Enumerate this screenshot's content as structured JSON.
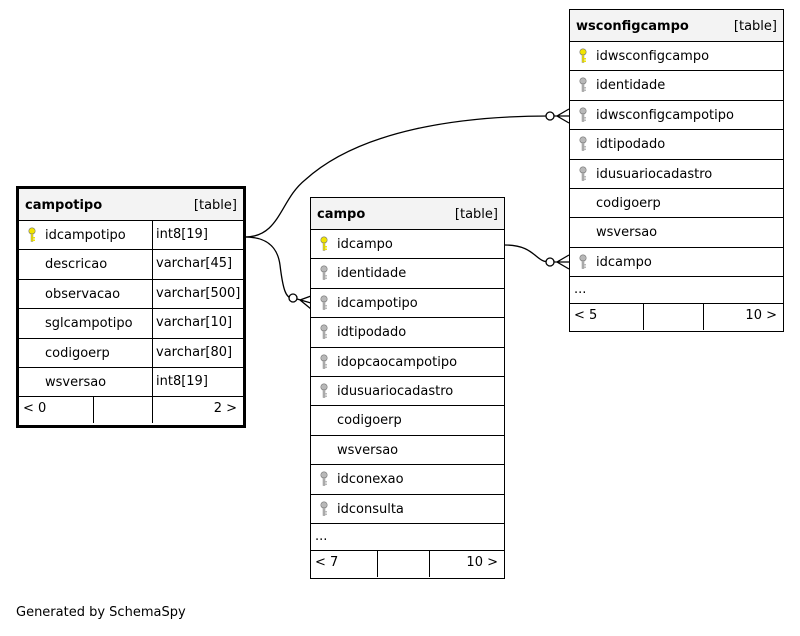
{
  "footer_text": "Generated by SchemaSpy",
  "colors": {
    "primary_key": "#f2e400",
    "foreign_key": "#b8b8b8",
    "header_bg": "#f3f3f3"
  },
  "tables": {
    "campotipo": {
      "name": "campotipo",
      "kind": "[table]",
      "columns": [
        {
          "name": "idcampotipo",
          "type": "int8[19]",
          "key": "primary-key-icon"
        },
        {
          "name": "descricao",
          "type": "varchar[45]",
          "key": ""
        },
        {
          "name": "observacao",
          "type": "varchar[500]",
          "key": ""
        },
        {
          "name": "sglcampotipo",
          "type": "varchar[10]",
          "key": ""
        },
        {
          "name": "codigoerp",
          "type": "varchar[80]",
          "key": ""
        },
        {
          "name": "wsversao",
          "type": "int8[19]",
          "key": ""
        }
      ],
      "parents": "< 0",
      "children": "2 >"
    },
    "campo": {
      "name": "campo",
      "kind": "[table]",
      "columns": [
        {
          "name": "idcampo",
          "key": "primary-key-icon"
        },
        {
          "name": "identidade",
          "key": "foreign-key-icon"
        },
        {
          "name": "idcampotipo",
          "key": "foreign-key-icon"
        },
        {
          "name": "idtipodado",
          "key": "foreign-key-icon"
        },
        {
          "name": "idopcaocampotipo",
          "key": "foreign-key-icon"
        },
        {
          "name": "idusuariocadastro",
          "key": "foreign-key-icon"
        },
        {
          "name": "codigoerp",
          "key": ""
        },
        {
          "name": "wsversao",
          "key": ""
        },
        {
          "name": "idconexao",
          "key": "foreign-key-icon"
        },
        {
          "name": "idconsulta",
          "key": "foreign-key-icon"
        }
      ],
      "more": "...",
      "parents": "< 7",
      "children": "10 >"
    },
    "wsconfigcampo": {
      "name": "wsconfigcampo",
      "kind": "[table]",
      "columns": [
        {
          "name": "idwsconfigcampo",
          "key": "primary-key-icon"
        },
        {
          "name": "identidade",
          "key": "foreign-key-icon"
        },
        {
          "name": "idwsconfigcampotipo",
          "key": "foreign-key-icon"
        },
        {
          "name": "idtipodado",
          "key": "foreign-key-icon"
        },
        {
          "name": "idusuariocadastro",
          "key": "foreign-key-icon"
        },
        {
          "name": "codigoerp",
          "key": ""
        },
        {
          "name": "wsversao",
          "key": ""
        },
        {
          "name": "idcampo",
          "key": "foreign-key-icon"
        }
      ],
      "more": "...",
      "parents": "< 5",
      "children": "10 >"
    }
  }
}
